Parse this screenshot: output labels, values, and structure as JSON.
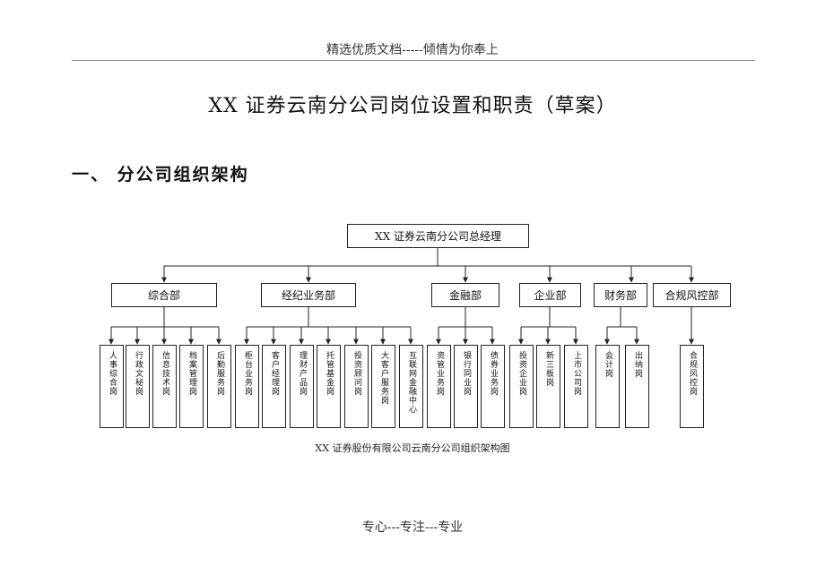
{
  "header": {
    "text": "精选优质文档-----倾情为你奉上"
  },
  "document": {
    "title": "XX 证券云南分公司岗位设置和职责（草案）",
    "section_heading": "一、 分公司组织架构"
  },
  "org_chart": {
    "root": "XX 证券云南分公司总经理",
    "departments": [
      {
        "name": "综合部",
        "units": [
          "人事综合岗",
          "行政文秘岗",
          "信息技术岗",
          "档案管理岗",
          "后勤服务岗"
        ]
      },
      {
        "name": "经纪业务部",
        "units": [
          "柜台业务岗",
          "客户经理岗",
          "理财产品岗",
          "托管基金岗",
          "投资顾问岗",
          "大客户服务岗",
          "互联网金融中心"
        ]
      },
      {
        "name": "金融部",
        "units": [
          "资管业务岗",
          "银行同业岗",
          "债券业务岗"
        ]
      },
      {
        "name": "企业部",
        "units": [
          "投资企业岗",
          "新三板岗",
          "上市公司岗"
        ]
      },
      {
        "name": "财务部",
        "units": [
          "会计岗",
          "出纳岗"
        ]
      },
      {
        "name": "合规风控部",
        "units": [
          "合规风控岗"
        ]
      }
    ],
    "caption": "XX 证券股份有限公司云南分公司组织架构图"
  },
  "footer": {
    "text": "专心---专注---专业"
  }
}
